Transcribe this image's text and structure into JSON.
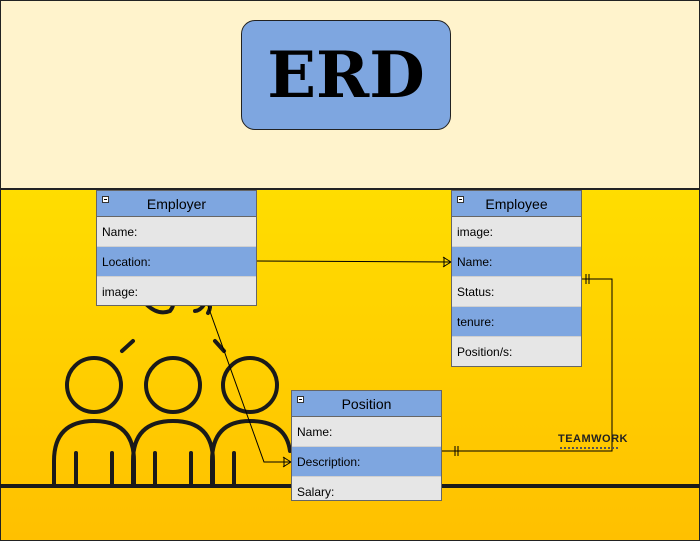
{
  "title": "ERD",
  "logo_text": "TEAMWORK",
  "colors": {
    "accent": "#7ea6e0",
    "band_top": "#fff3cc",
    "band_bottom": "#ffd000",
    "row": "#e6e6e6"
  },
  "entities": {
    "employer": {
      "name": "Employer",
      "attributes": [
        "Name:",
        "Location:",
        "image:"
      ]
    },
    "employee": {
      "name": "Employee",
      "attributes": [
        "image:",
        "Name:",
        "Status:",
        "tenure:",
        "Position/s:"
      ]
    },
    "position": {
      "name": "Position",
      "attributes": [
        "Name:",
        "Description:",
        "Salary:"
      ]
    }
  },
  "relationships": [
    {
      "from": "Employer.Location",
      "to": "Employee.Name",
      "from_end": "one",
      "to_end": "many"
    },
    {
      "from": "Employer.image",
      "to": "Position.Description",
      "from_end": "one",
      "to_end": "many"
    },
    {
      "from": "Employee.Name",
      "to": "Position.Description",
      "from_end": "one",
      "to_end": "one"
    }
  ]
}
